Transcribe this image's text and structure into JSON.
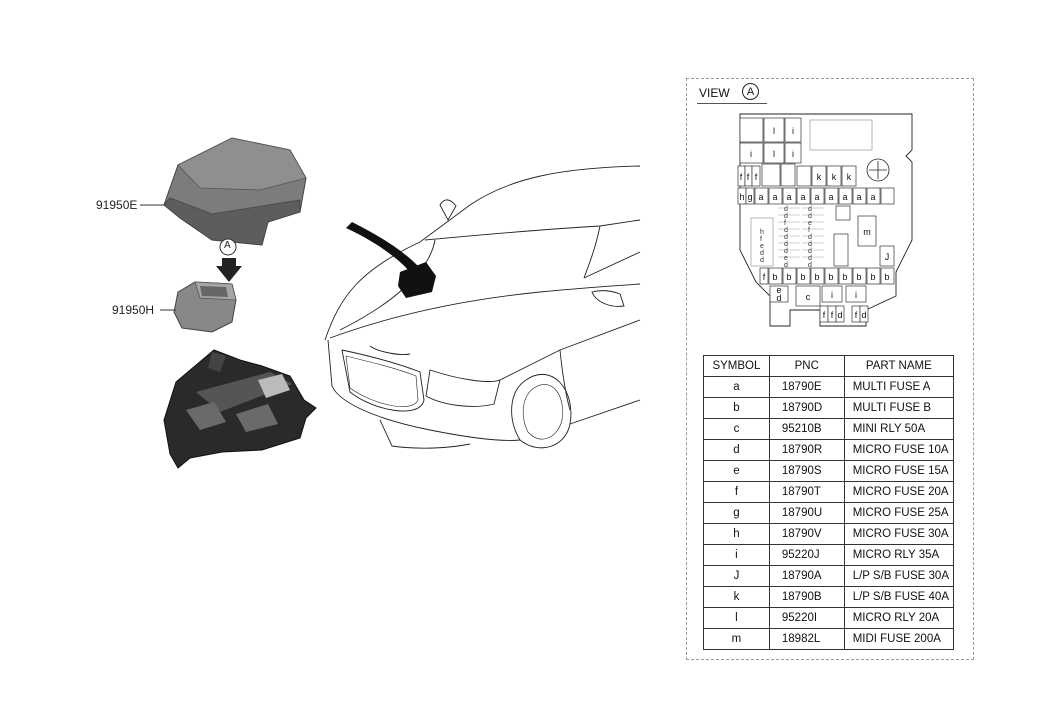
{
  "callouts": {
    "cover": "91950E",
    "box": "91950H",
    "view_marker": "A"
  },
  "view": {
    "label": "VIEW",
    "marker": "A"
  },
  "fuse_labels": {
    "row1": [
      "l",
      "i",
      "i",
      "l",
      "i"
    ],
    "row2": [
      "f",
      "f",
      "f",
      "k",
      "k",
      "k"
    ],
    "row3": [
      "h",
      "g",
      "a",
      "a",
      "a",
      "a",
      "a",
      "a",
      "a",
      "a",
      "a"
    ],
    "right_col": [
      "m",
      "J"
    ],
    "row_b": [
      "f",
      "b",
      "b",
      "b",
      "b",
      "b",
      "b",
      "b",
      "b",
      "b"
    ],
    "bottom": [
      "c",
      "i",
      "i",
      "e",
      "d",
      "f",
      "f",
      "d",
      "f",
      "d"
    ]
  },
  "legend": {
    "headers": [
      "SYMBOL",
      "PNC",
      "PART NAME"
    ],
    "rows": [
      {
        "symbol": "a",
        "pnc": "18790E",
        "name": "MULTI FUSE A"
      },
      {
        "symbol": "b",
        "pnc": "18790D",
        "name": "MULTI FUSE B"
      },
      {
        "symbol": "c",
        "pnc": "95210B",
        "name": "MINI RLY 50A"
      },
      {
        "symbol": "d",
        "pnc": "18790R",
        "name": "MICRO FUSE 10A"
      },
      {
        "symbol": "e",
        "pnc": "18790S",
        "name": "MICRO FUSE 15A"
      },
      {
        "symbol": "f",
        "pnc": "18790T",
        "name": "MICRO FUSE 20A"
      },
      {
        "symbol": "g",
        "pnc": "18790U",
        "name": "MICRO FUSE 25A"
      },
      {
        "symbol": "h",
        "pnc": "18790V",
        "name": "MICRO FUSE 30A"
      },
      {
        "symbol": "i",
        "pnc": "95220J",
        "name": "MICRO RLY 35A"
      },
      {
        "symbol": "J",
        "pnc": "18790A",
        "name": "L/P S/B FUSE 30A"
      },
      {
        "symbol": "k",
        "pnc": "18790B",
        "name": "L/P S/B FUSE 40A"
      },
      {
        "symbol": "l",
        "pnc": "95220I",
        "name": "MICRO RLY 20A"
      },
      {
        "symbol": "m",
        "pnc": "18982L",
        "name": "MIDI FUSE 200A"
      }
    ]
  }
}
